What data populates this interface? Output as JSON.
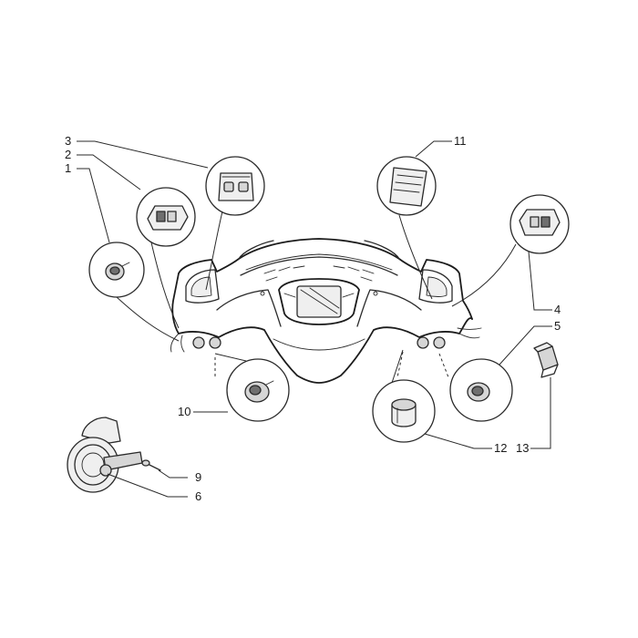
{
  "callouts": [
    {
      "id": "c1",
      "text": "1"
    },
    {
      "id": "c2",
      "text": "2"
    },
    {
      "id": "c3",
      "text": "3"
    },
    {
      "id": "c4",
      "text": "4"
    },
    {
      "id": "c5",
      "text": "5"
    },
    {
      "id": "c6",
      "text": "6"
    },
    {
      "id": "c9",
      "text": "9"
    },
    {
      "id": "c10",
      "text": "10"
    },
    {
      "id": "c11",
      "text": "11"
    },
    {
      "id": "c12",
      "text": "12"
    },
    {
      "id": "c13",
      "text": "13"
    }
  ],
  "colors": {
    "ink": "#2a2a2a",
    "paper": "#ffffff",
    "shade": "#d6d6d6"
  },
  "parts": [
    "left-switch-button",
    "left-switch-housing",
    "left-double-switch",
    "right-switch-housing",
    "right-switch-button",
    "horn",
    "horn-screw",
    "left-lower-button",
    "right-double-switch",
    "right-lower-knob",
    "relay-unit"
  ]
}
